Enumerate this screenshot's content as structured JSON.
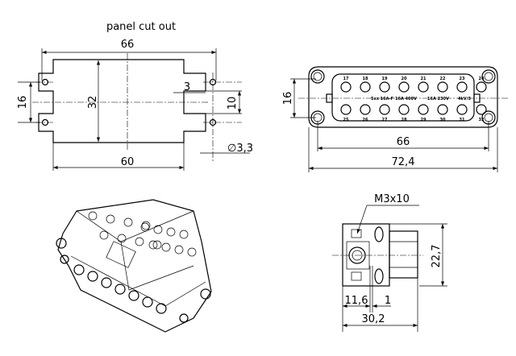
{
  "panel_cutout": {
    "title": "panel cut out",
    "dim_width_top": "66",
    "dim_height_left": "16",
    "dim_height_inner": "32",
    "dim_offset": "3",
    "dim_hole_spacing": "10",
    "dim_hole_diameter": "∅3,3",
    "dim_width_bottom": "60"
  },
  "front_view": {
    "dim_height": "16",
    "dim_inner_width": "66",
    "dim_overall_width": "72,4",
    "pins_top": [
      "17",
      "18",
      "19",
      "20",
      "21",
      "22",
      "23",
      "24"
    ],
    "pins_bottom": [
      "25",
      "26",
      "27",
      "28",
      "29",
      "30",
      "31",
      "32"
    ],
    "rating_labels": [
      "5xx 16A-F",
      "16A 400V",
      "16A 230V",
      "4kV/3"
    ]
  },
  "side_view": {
    "screw_label": "M3x10",
    "dim_height": "22,7",
    "dim_a": "11,6",
    "dim_b": "1",
    "dim_total": "30,2"
  }
}
